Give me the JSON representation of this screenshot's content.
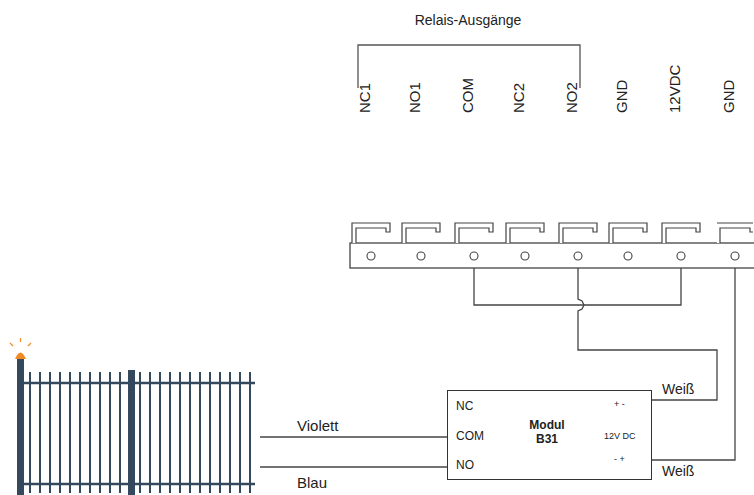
{
  "diagram": {
    "nodes": [
      {
        "text": [
          "NC1"
        ]
      },
      {
        "text": [
          "NO1"
        ]
      },
      {
        "text": [
          "COM"
        ]
      },
      {
        "text": [
          "NC2"
        ]
      },
      {
        "text": [
          "NO2"
        ]
      },
      {
        "text": [
          "GND"
        ]
      },
      {
        "text": [
          "12VDC"
        ]
      },
      {
        "text": [
          "GND"
        ]
      },
      {
        "text": [
          "NC",
          "COM",
          "NO",
          "Modul B31",
          "+ -",
          "12V DC",
          "- +"
        ]
      }
    ],
    "edges": [
      {
        "from": 2,
        "to": 6,
        "arrow": "none"
      },
      {
        "from": 4,
        "to": 8,
        "label": "Weiß",
        "arrow": "none"
      },
      {
        "from": 7,
        "to": 8,
        "label": "Weiß",
        "arrow": "none"
      }
    ],
    "labels": [
      "Relais-Ausgänge",
      "Violett",
      "Blau"
    ]
  }
}
